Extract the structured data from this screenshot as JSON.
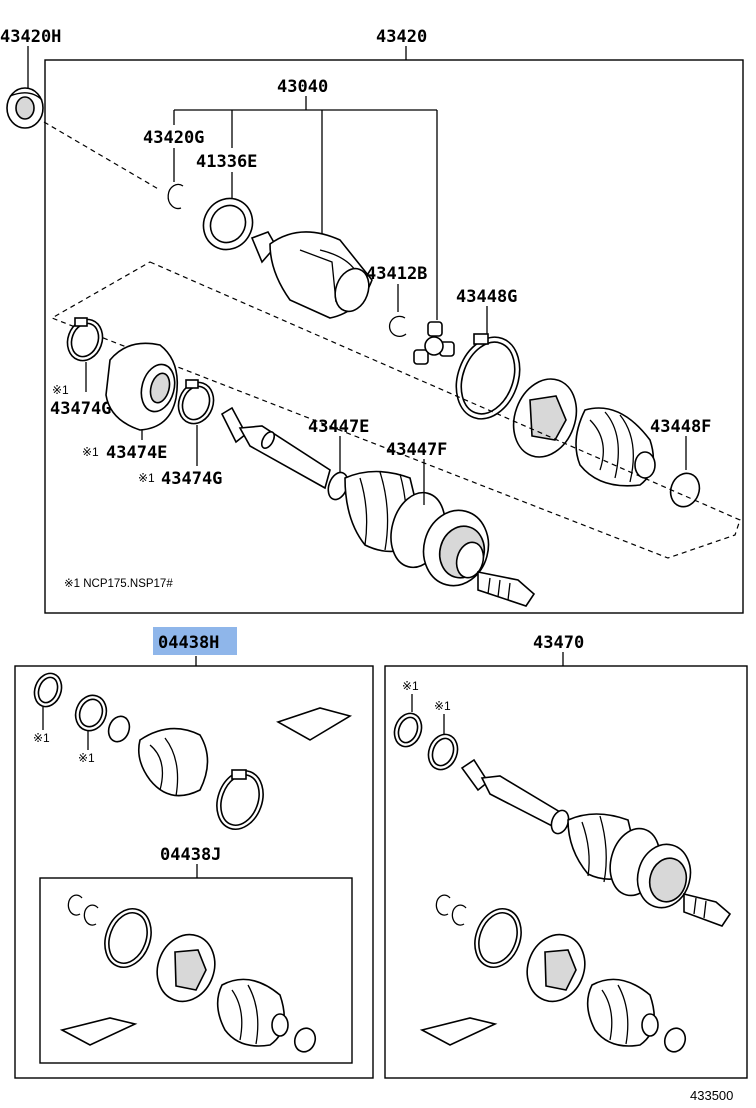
{
  "labels": {
    "p43420H": "43420H",
    "p43420": "43420",
    "p43040": "43040",
    "p43420G": "43420G",
    "p41336E": "41336E",
    "p43412B": "43412B",
    "p43448G": "43448G",
    "p43474G_a": "43474G",
    "p43474E": "43474E",
    "p43474G_b": "43474G",
    "p43447E": "43447E",
    "p43447F": "43447F",
    "p43448F": "43448F",
    "p04438H": "04438H",
    "p04438J": "04438J",
    "p43470": "43470",
    "figure_no": "433500"
  },
  "marks": {
    "x1": "※1",
    "x1_a": "※1",
    "x1_b": "※1",
    "x1_c": "※1",
    "x1_d": "※1",
    "x1_e": "※1",
    "x1_f": "※1"
  },
  "footnote": "※1 NCP175.NSP17#",
  "highlight_color": "#8fb6ea"
}
